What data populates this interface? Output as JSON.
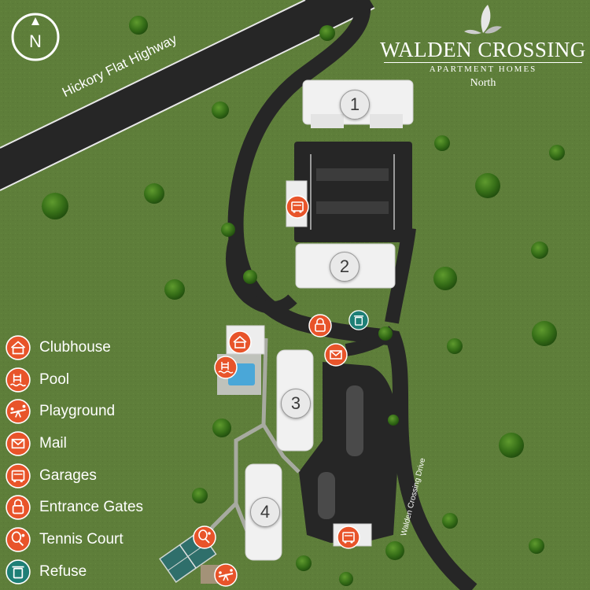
{
  "brand": {
    "name": "WALDEN CROSSING",
    "subtitle": "APARTMENT HOMES",
    "area": "North"
  },
  "compass": {
    "letter": "N"
  },
  "roads": {
    "highway": "Hickory Flat Highway",
    "drive": "Walden Crossing Drive"
  },
  "buildings": [
    {
      "number": "1"
    },
    {
      "number": "2"
    },
    {
      "number": "3"
    },
    {
      "number": "4"
    }
  ],
  "legend": [
    {
      "label": "Clubhouse",
      "icon": "clubhouse-icon",
      "color": "#e8542a"
    },
    {
      "label": "Pool",
      "icon": "pool-icon",
      "color": "#e8542a"
    },
    {
      "label": "Playground",
      "icon": "playground-icon",
      "color": "#e8542a"
    },
    {
      "label": "Mail",
      "icon": "mail-icon",
      "color": "#e8542a"
    },
    {
      "label": "Garages",
      "icon": "garage-icon",
      "color": "#e8542a"
    },
    {
      "label": "Entrance Gates",
      "icon": "gate-lock-icon",
      "color": "#e8542a"
    },
    {
      "label": "Tennis Court",
      "icon": "tennis-icon",
      "color": "#e8542a"
    },
    {
      "label": "Refuse",
      "icon": "refuse-icon",
      "color": "#1e7f76"
    }
  ],
  "colors": {
    "grass": "#5e7e3a",
    "road": "#262626",
    "amenity": "#e8542a",
    "refuse": "#1e7f76"
  }
}
